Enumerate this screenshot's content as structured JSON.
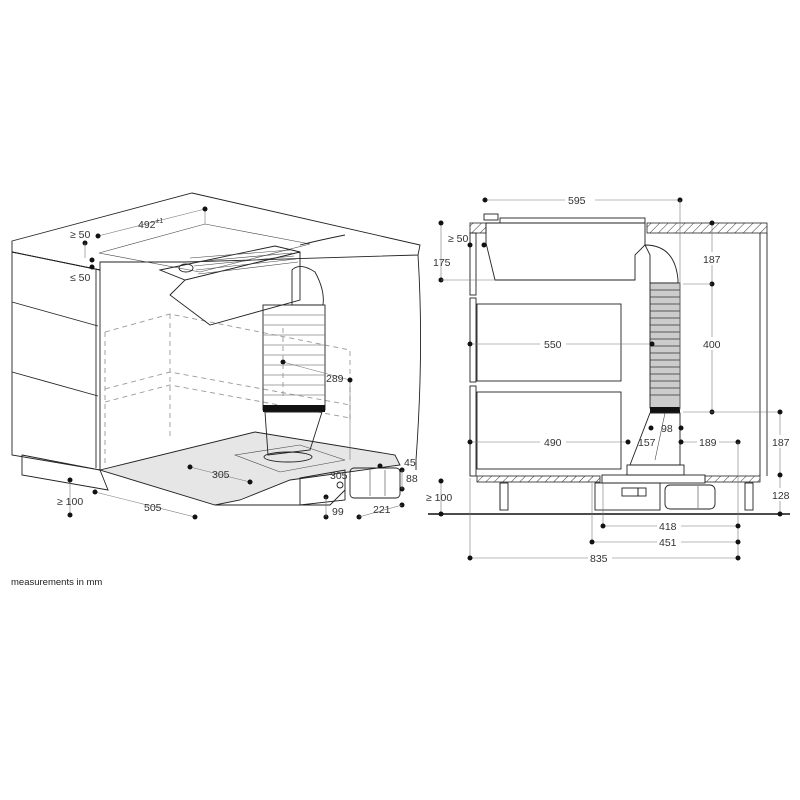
{
  "caption": "measurements in mm",
  "perspective_view": {
    "labels": {
      "width_cutout": "492",
      "width_tolerance": "±1",
      "min_edge": "≥ 50",
      "max_depth": "≤ 50",
      "plinth_min": "≥ 100",
      "base_depth": "505",
      "base_width": "305",
      "duct_height": "289",
      "outlet_offset": "305",
      "outlet_45": "45",
      "outlet_88": "88",
      "outlet_99": "99",
      "outlet_221": "221"
    }
  },
  "section_view": {
    "labels": {
      "total_width": "595",
      "min_edge": "≥ 50",
      "cooktop_depth": "175",
      "top_clear": "187",
      "drawer_550": "550",
      "duct_400": "400",
      "drawer_490": "490",
      "duct_98": "98",
      "duct_157": "157",
      "duct_189": "189",
      "lower_187": "187",
      "plinth_128": "128",
      "plinth_min": "≥ 100",
      "base_418": "418",
      "base_451": "451",
      "overall_835": "835"
    }
  }
}
